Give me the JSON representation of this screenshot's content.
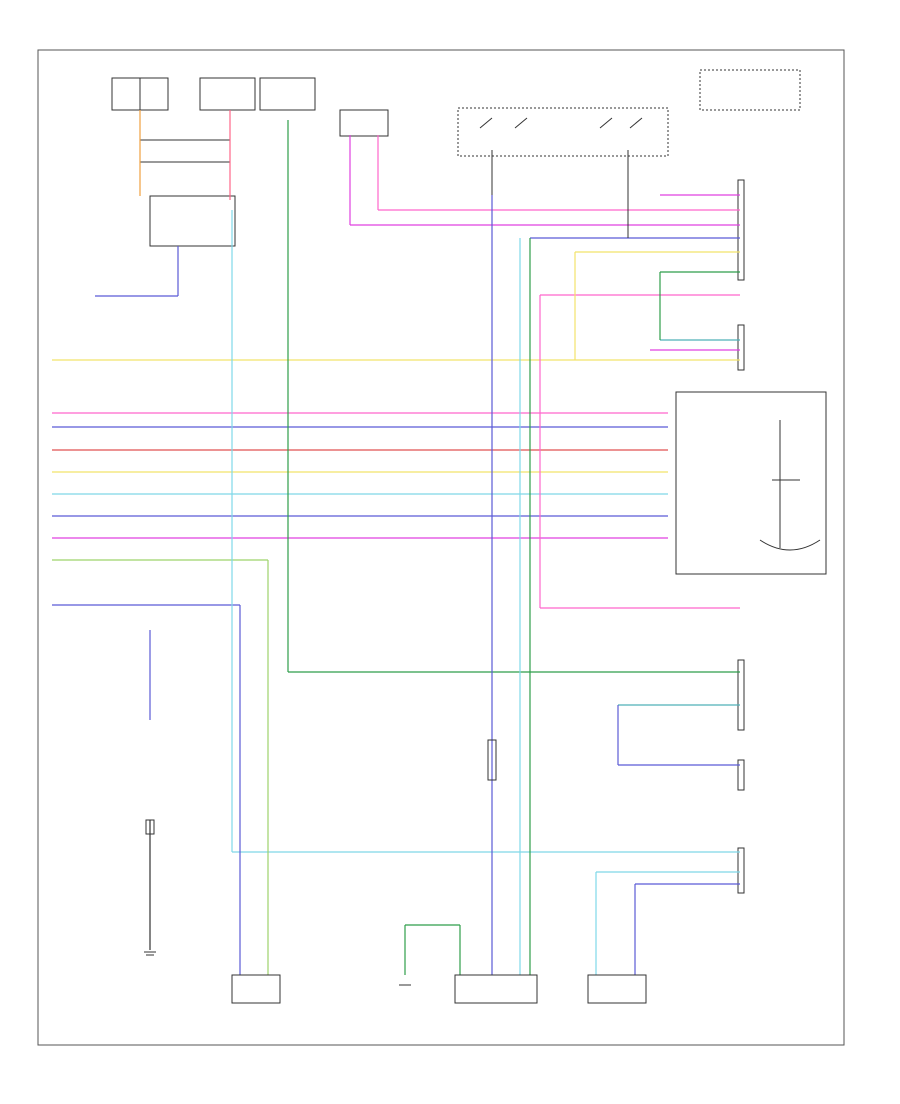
{
  "diagram": {
    "footer_code": "",
    "colors": {
      "black": "#333333",
      "pink": "#ff66cc",
      "magenta": "#e040e0",
      "blue": "#5b5bd6",
      "green": "#2e9e4a",
      "cyan": "#7fd8e8",
      "yellow": "#f2e36b",
      "violet": "#9b6bd6",
      "orange": "#f0a040",
      "red": "#e05050",
      "lime": "#9ed36b",
      "teal": "#4fb0b8"
    },
    "components": [
      {
        "id": "fuse-panel-left",
        "name": "fuse-block-left",
        "lines": [
          "",
          "",
          ""
        ]
      },
      {
        "id": "hot-at-all-times-1",
        "name": "hot-at-all-times-box-1",
        "lines": [
          "",
          ""
        ]
      },
      {
        "id": "hot-at-all-times-2",
        "name": "hot-at-all-times-box-2",
        "lines": [
          "",
          ""
        ]
      },
      {
        "id": "junction-relay",
        "name": "relay-box-top-center",
        "lines": [
          "",
          ""
        ]
      },
      {
        "id": "central-junction",
        "name": "central-junction-box",
        "lines": [
          "",
          ""
        ]
      },
      {
        "id": "hot-run-right",
        "name": "hot-in-run-box-right",
        "lines": [
          "",
          ""
        ]
      },
      {
        "id": "steering-module",
        "name": "steering-control-module",
        "lines": [
          "",
          "",
          ""
        ]
      },
      {
        "id": "left-sensor",
        "name": "passenger-sensor-left",
        "lines": [
          "",
          "",
          ""
        ]
      },
      {
        "id": "center-sensor",
        "name": "passenger-sensor-center",
        "lines": [
          "",
          "",
          ""
        ]
      },
      {
        "id": "right-sensor",
        "name": "passenger-sensor-right",
        "lines": [
          "",
          "",
          ""
        ]
      }
    ],
    "labels": []
  }
}
